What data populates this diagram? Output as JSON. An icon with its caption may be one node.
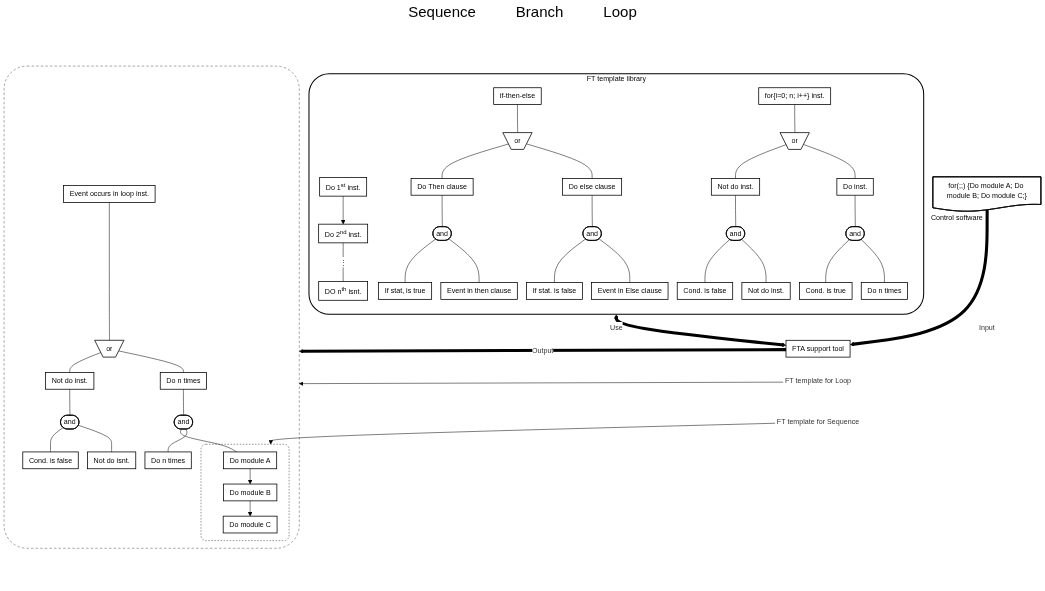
{
  "diagram": {
    "nodes": [
      {
        "text": [
          "FT template library"
        ]
      },
      {
        "text": [
          "Do 1$^{st}$ inst."
        ],
        "in": 0
      },
      {
        "text": [
          "Do 2$^{nd}$ inst."
        ],
        "in": 0
      },
      {
        "text": [
          "DO n$^{th}$ isnt."
        ],
        "in": 0
      },
      {
        "text": [
          "if-then-else"
        ],
        "in": 0
      },
      {
        "text": [
          "or"
        ],
        "in": 0
      },
      {
        "text": [
          "Do Then clause"
        ],
        "in": 0
      },
      {
        "text": [
          "Do else clause"
        ],
        "in": 0
      },
      {
        "text": [
          "and"
        ],
        "in": 0
      },
      {
        "text": [
          "and"
        ],
        "in": 0
      },
      {
        "text": [
          "If stat, is true"
        ],
        "in": 0
      },
      {
        "text": [
          "Event in then clause"
        ],
        "in": 0
      },
      {
        "text": [
          "If stat. is false"
        ],
        "in": 0
      },
      {
        "text": [
          "Event in Else clause"
        ],
        "in": 0
      },
      {
        "text": [
          "for{i=0; n; i++} inst."
        ],
        "in": 0
      },
      {
        "text": [
          "or"
        ],
        "in": 0
      },
      {
        "text": [
          "Not do inst."
        ],
        "in": 0
      },
      {
        "text": [
          "Do inst."
        ],
        "in": 0
      },
      {
        "text": [
          "and"
        ],
        "in": 0
      },
      {
        "text": [
          "and"
        ],
        "in": 0
      },
      {
        "text": [
          "Cond. is false"
        ],
        "in": 0
      },
      {
        "text": [
          "Not do inst."
        ],
        "in": 0
      },
      {
        "text": [
          "Cond. is true"
        ],
        "in": 0
      },
      {
        "text": [
          "Do n times"
        ],
        "in": 0
      },
      {
        "text": [
          "for(;;) {Do module A; Do module B; Do module C;}"
        ],
        "beside": [
          "Control software"
        ]
      },
      {
        "text": [
          "FTA support tool"
        ]
      },
      {
        "text": [],
        "shape": "cloud"
      },
      {
        "text": [
          "Event occurs in loop inst."
        ],
        "in": 26
      },
      {
        "text": [
          "or"
        ],
        "in": 26
      },
      {
        "text": [
          "Not do inst."
        ],
        "in": 26
      },
      {
        "text": [
          "Do n times"
        ],
        "in": 26
      },
      {
        "text": [
          "and"
        ],
        "in": 26
      },
      {
        "text": [
          "and"
        ],
        "in": 26
      },
      {
        "text": [
          "Cond. is false"
        ],
        "in": 26
      },
      {
        "text": [
          "Not do isnt."
        ],
        "in": 26
      },
      {
        "text": [],
        "shape": "box",
        "in": 26
      },
      {
        "text": [
          "Do module A"
        ],
        "in": 35
      },
      {
        "text": [
          "Do module B"
        ],
        "in": 35
      },
      {
        "text": [
          "Do module C"
        ],
        "in": 35
      },
      {
        "text": [
          "Do n times"
        ],
        "in": 26
      },
      {
        "text": [
          "FT template for Loop"
        ]
      },
      {
        "text": [
          "FT template for Sequence"
        ]
      }
    ],
    "edges": [
      {
        "from": 1,
        "to": 2,
        "arrow": "to"
      },
      {
        "from": 2,
        "to": 3,
        "arrow": "none",
        "label": "⋮"
      },
      {
        "from": 4,
        "to": 5,
        "arrow": "none"
      },
      {
        "from": 5,
        "to": 6,
        "arrow": "none"
      },
      {
        "from": 5,
        "to": 7,
        "arrow": "none"
      },
      {
        "from": 6,
        "to": 8,
        "arrow": "none"
      },
      {
        "from": 7,
        "to": 9,
        "arrow": "none"
      },
      {
        "from": 8,
        "to": 10,
        "arrow": "none"
      },
      {
        "from": 8,
        "to": 11,
        "arrow": "none"
      },
      {
        "from": 9,
        "to": 12,
        "arrow": "none"
      },
      {
        "from": 9,
        "to": 13,
        "arrow": "none"
      },
      {
        "from": 14,
        "to": 15,
        "arrow": "none"
      },
      {
        "from": 15,
        "to": 16,
        "arrow": "none"
      },
      {
        "from": 15,
        "to": 17,
        "arrow": "none"
      },
      {
        "from": 16,
        "to": 18,
        "arrow": "none"
      },
      {
        "from": 17,
        "to": 19,
        "arrow": "none"
      },
      {
        "from": 18,
        "to": 20,
        "arrow": "none"
      },
      {
        "from": 18,
        "to": 21,
        "arrow": "none"
      },
      {
        "from": 19,
        "to": 22,
        "arrow": "none"
      },
      {
        "from": 19,
        "to": 23,
        "arrow": "none"
      },
      {
        "from": 24,
        "to": 25,
        "arrow": "to",
        "label": "Input",
        "style": "thick"
      },
      {
        "from": 25,
        "to": 0,
        "arrow": "both",
        "label": "Use",
        "style": "thick"
      },
      {
        "from": 25,
        "to": 26,
        "arrow": "to",
        "label": "Output",
        "style": "thick"
      },
      {
        "from": 27,
        "to": 28,
        "arrow": "none"
      },
      {
        "from": 28,
        "to": 29,
        "arrow": "none"
      },
      {
        "from": 28,
        "to": 30,
        "arrow": "none"
      },
      {
        "from": 29,
        "to": 31,
        "arrow": "none"
      },
      {
        "from": 30,
        "to": 32,
        "arrow": "none"
      },
      {
        "from": 31,
        "to": 33,
        "arrow": "none"
      },
      {
        "from": 31,
        "to": 34,
        "arrow": "none"
      },
      {
        "from": 32,
        "to": 36,
        "arrow": "none"
      },
      {
        "from": 32,
        "to": 39,
        "arrow": "none"
      },
      {
        "from": 36,
        "to": 37,
        "arrow": "to"
      },
      {
        "from": 37,
        "to": 38,
        "arrow": "to"
      },
      {
        "from": 40,
        "to": 26,
        "arrow": "to"
      },
      {
        "from": 41,
        "to": 35,
        "arrow": "to"
      }
    ],
    "labels": [
      "Sequence",
      "Branch",
      "Loop"
    ]
  }
}
